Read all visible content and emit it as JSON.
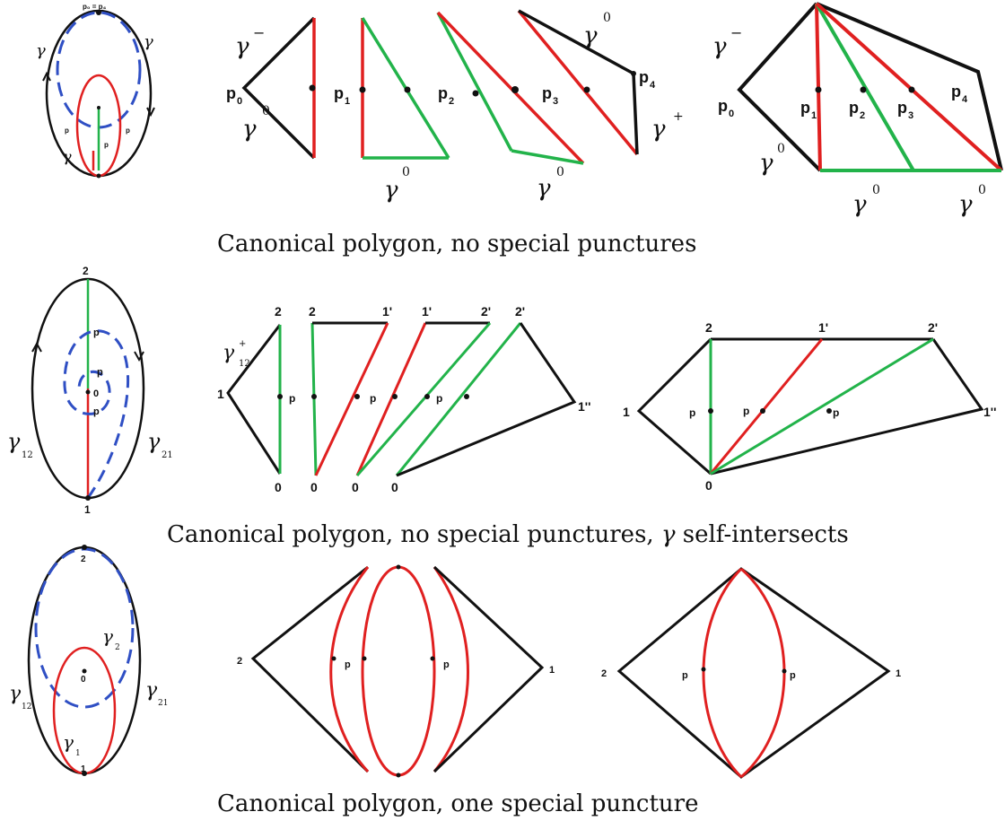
{
  "captions": {
    "row1": "Canonical polygon, no special punctures",
    "row2_pre": "Canonical polygon, no special punctures, ",
    "row2_gamma": "γ",
    "row2_post": " self-intersects",
    "row3": "Canonical polygon, one special puncture"
  },
  "labels": {
    "p0": "p",
    "p0_sub": "0",
    "p1": "p",
    "p1_sub": "1",
    "p2": "p",
    "p2_sub": "2",
    "p3": "p",
    "p3_sub": "3",
    "p4": "p",
    "p4_sub": "4",
    "v0": "0",
    "v1": "1",
    "v2": "2",
    "v1p": "1'",
    "v2p": "2'",
    "v1pp": "1''",
    "gamma": "γ",
    "sup_minus": "−",
    "sup_plus": "+",
    "sup_zero": "0",
    "sub_0": "0",
    "sub_1": "1",
    "sub_2": "2",
    "sub_3": "3",
    "sub_12": "12",
    "sub_21": "21",
    "top_ellipse_label": "p₀ = p₄"
  },
  "colors": {
    "black": "#111111",
    "red": "#e02020",
    "green": "#22b34a",
    "blue": "#2f4fc4"
  }
}
